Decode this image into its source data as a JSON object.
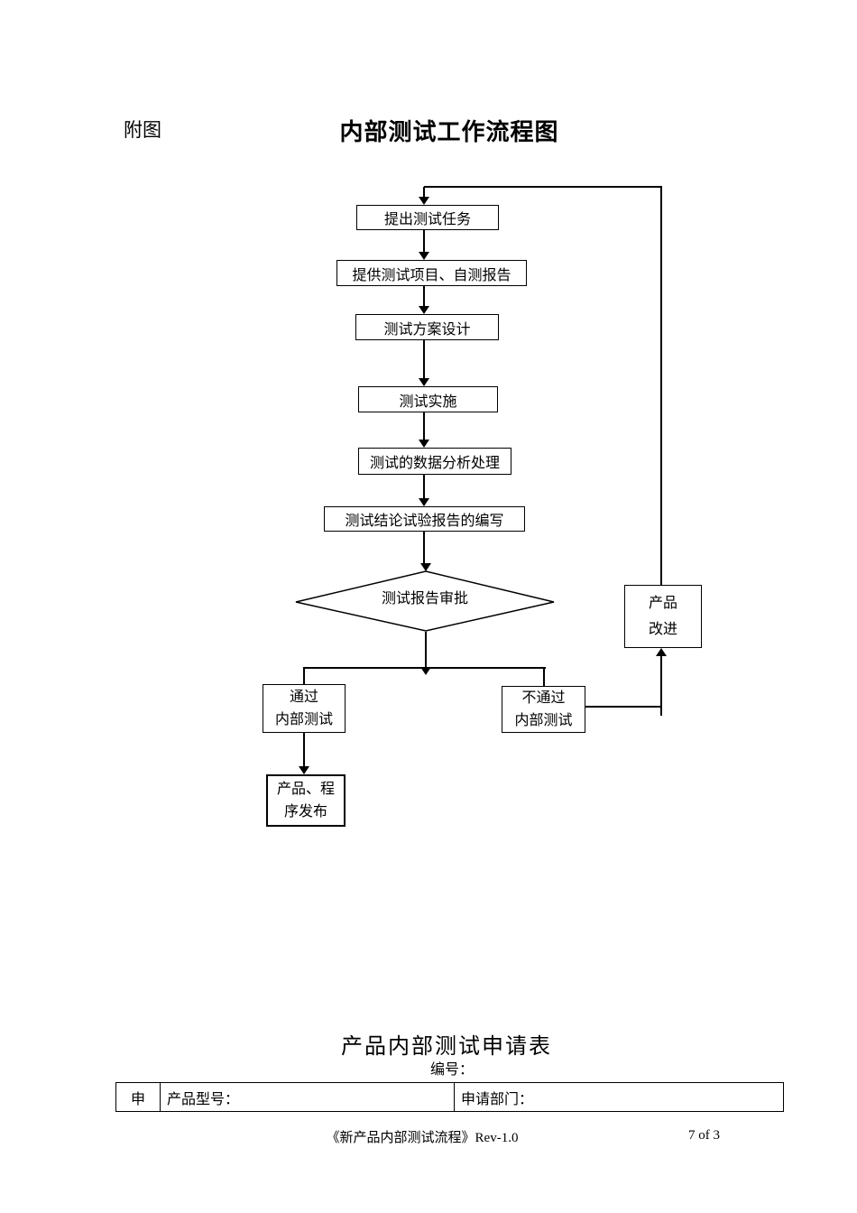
{
  "page": {
    "figure_label": "附图",
    "title": "内部测试工作流程图"
  },
  "flowchart": {
    "line_color": "#000000",
    "steps": {
      "propose": "提出测试任务",
      "provide": "提供测试项目、自测报告",
      "design": "测试方案设计",
      "implement": "测试实施",
      "analyze": "测试的数据分析处理",
      "write_report": "测试结论试验报告的编写",
      "approval": "测试报告审批",
      "pass_line1": "通过",
      "pass_line2": "内部测试",
      "fail_line1": "不通过",
      "fail_line2": "内部测试",
      "improve_line1": "产品",
      "improve_line2": "改进",
      "release_line1": "产品、程",
      "release_line2": "序发布"
    }
  },
  "form": {
    "title": "产品内部测试申请表",
    "number_label": "编号：",
    "table": {
      "row_header": "申",
      "product_model_label": "产品型号：",
      "apply_department_label": "申请部门："
    }
  },
  "footer": {
    "doc_reference": "《新产品内部测试流程》Rev-1.0",
    "page_indicator": "7 of 3"
  }
}
